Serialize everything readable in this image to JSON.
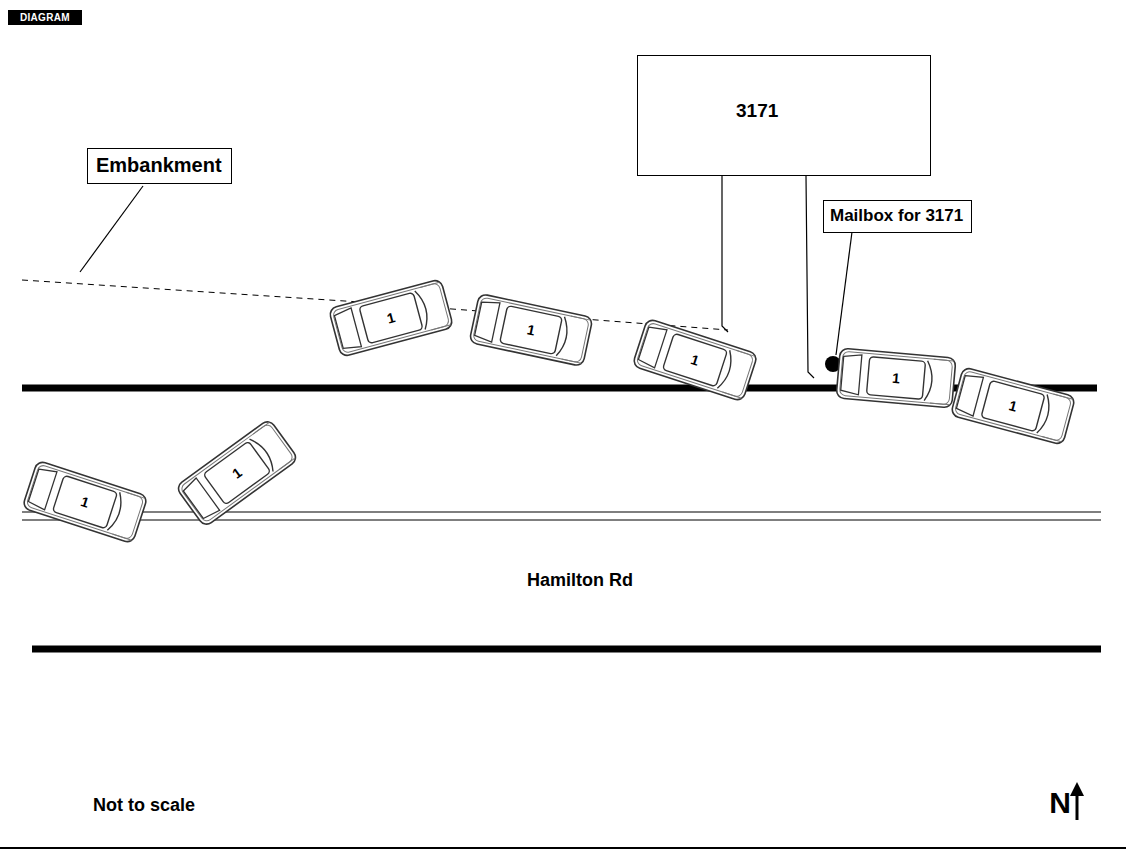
{
  "diagram": {
    "title": "DIAGRAM",
    "nodes": [
      {
        "text": [
          "Embankment"
        ]
      },
      {
        "text": [
          "3171"
        ]
      },
      {
        "text": [
          "Mailbox for 3171"
        ]
      }
    ],
    "labels": [
      "1",
      "1",
      "1",
      "1",
      "1",
      "1",
      "1",
      "Hamilton Rd",
      "Not to scale",
      "N"
    ]
  }
}
